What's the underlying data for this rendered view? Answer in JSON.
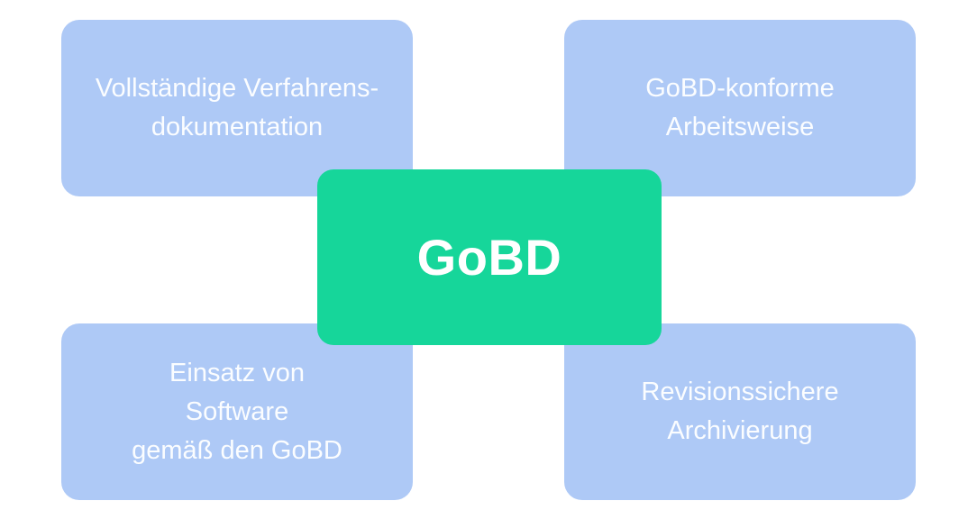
{
  "diagram": {
    "title": "GoBD overview diagram",
    "center": {
      "label": "GoBD"
    },
    "boxes": [
      {
        "id": "verfahrensdokumentation",
        "position": "top-left",
        "lines": [
          "Vollständige Verfahrens-",
          "dokumentation"
        ]
      },
      {
        "id": "arbeitsweise",
        "position": "top-right",
        "lines": [
          "GoBD-konforme",
          "Arbeitsweise"
        ]
      },
      {
        "id": "software",
        "position": "bottom-left",
        "lines": [
          "Einsatz von",
          "Software",
          "gemäß den GoBD"
        ]
      },
      {
        "id": "archivierung",
        "position": "bottom-right",
        "lines": [
          "Revisionssichere",
          "Archivierung"
        ]
      }
    ]
  },
  "colors": {
    "box_blue": "#aec9f6",
    "box_green": "#16d69a",
    "text_light": "#fbfdff",
    "background": "#ffffff"
  }
}
